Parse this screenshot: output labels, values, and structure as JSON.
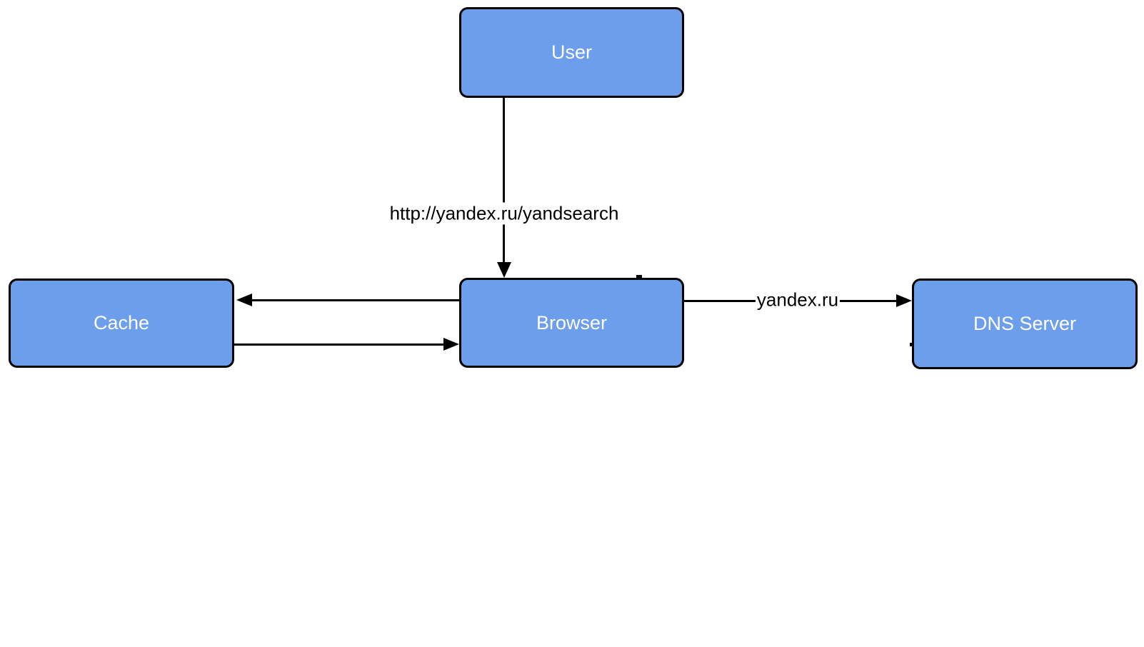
{
  "diagram": {
    "nodes": {
      "user": {
        "label": "User"
      },
      "cache": {
        "label": "Cache"
      },
      "browser": {
        "label": "Browser"
      },
      "dns": {
        "label": "DNS Server"
      }
    },
    "edges": {
      "user_to_browser": {
        "label": "http://yandex.ru/yandsearch",
        "direction": "down"
      },
      "browser_to_cache": {
        "label": "",
        "direction": "left"
      },
      "cache_to_browser": {
        "label": "",
        "direction": "right"
      },
      "browser_to_dns": {
        "label": "yandex.ru",
        "direction": "right"
      }
    },
    "colors": {
      "node-fill": "#6d9eeb",
      "node-border": "#000000",
      "node-text": "#ffffff",
      "edge-color": "#000000",
      "label-text": "#000000",
      "bg": "#ffffff"
    }
  }
}
